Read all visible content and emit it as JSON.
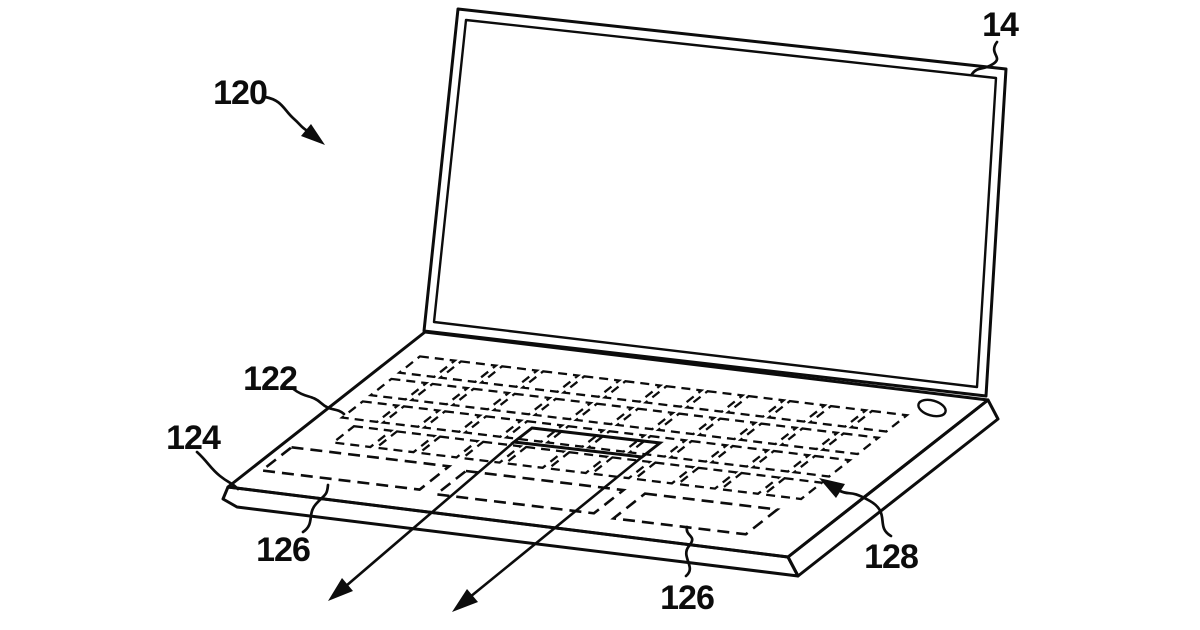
{
  "figure": {
    "background": "#ffffff",
    "line_color": "#0c0c0c",
    "labels": {
      "ref14": "14",
      "ref120": "120",
      "ref122": "122",
      "ref124": "124",
      "ref126_left": "126",
      "ref126_center": "126",
      "ref128": "128"
    },
    "keyboard": {
      "rows": [
        {
          "name": "key-row-1",
          "key_count": 12
        },
        {
          "name": "key-row-2",
          "key_count": 12
        },
        {
          "name": "key-row-3",
          "key_count": 12
        },
        {
          "name": "key-row-4",
          "key_count": 11
        }
      ],
      "zones": [
        {
          "name": "front-zone-left"
        },
        {
          "name": "front-zone-center"
        },
        {
          "name": "front-zone-right"
        }
      ]
    }
  }
}
